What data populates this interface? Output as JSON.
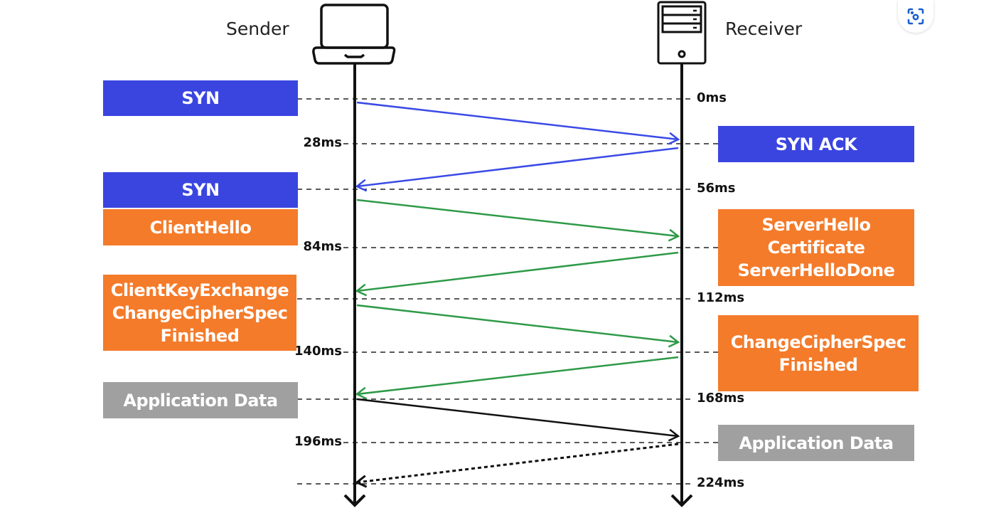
{
  "actors": {
    "sender": {
      "label": "Sender",
      "icon": "laptop-icon"
    },
    "receiver": {
      "label": "Receiver",
      "icon": "server-icon"
    }
  },
  "colors": {
    "tcp": "#3a45e0",
    "tls": "#f47b2a",
    "app": "#a0a0a0",
    "arrow_tcp": "#3a4ae6",
    "arrow_tls": "#2e9a48",
    "arrow_app": "#111111"
  },
  "time_marks": [
    {
      "label": "0ms",
      "side": "right"
    },
    {
      "label": "28ms",
      "side": "left"
    },
    {
      "label": "56ms",
      "side": "right"
    },
    {
      "label": "84ms",
      "side": "left"
    },
    {
      "label": "112ms",
      "side": "right"
    },
    {
      "label": "140ms",
      "side": "left"
    },
    {
      "label": "168ms",
      "side": "right"
    },
    {
      "label": "196ms",
      "side": "left"
    },
    {
      "label": "224ms",
      "side": "right"
    }
  ],
  "sender_messages": [
    {
      "text": "SYN",
      "kind": "tcp"
    },
    {
      "text": "SYN",
      "kind": "tcp"
    },
    {
      "text": "ClientHello",
      "kind": "tls"
    },
    {
      "text": "ClientKeyExchange\nChangeCipherSpec\nFinished",
      "kind": "tls"
    },
    {
      "text": "Application Data",
      "kind": "app"
    }
  ],
  "receiver_messages": [
    {
      "text": "SYN ACK",
      "kind": "tcp"
    },
    {
      "text": "ServerHello\nCertificate\nServerHelloDone",
      "kind": "tls"
    },
    {
      "text": "ChangeCipherSpec\nFinished",
      "kind": "tls"
    },
    {
      "text": "Application Data",
      "kind": "app"
    }
  ],
  "arrows": [
    {
      "from": "sender",
      "to": "receiver",
      "kind": "tcp",
      "style": "solid"
    },
    {
      "from": "receiver",
      "to": "sender",
      "kind": "tcp",
      "style": "solid"
    },
    {
      "from": "sender",
      "to": "receiver",
      "kind": "tls",
      "style": "solid"
    },
    {
      "from": "receiver",
      "to": "sender",
      "kind": "tls",
      "style": "solid"
    },
    {
      "from": "sender",
      "to": "receiver",
      "kind": "tls",
      "style": "solid"
    },
    {
      "from": "receiver",
      "to": "sender",
      "kind": "tls",
      "style": "solid"
    },
    {
      "from": "sender",
      "to": "receiver",
      "kind": "app",
      "style": "solid"
    },
    {
      "from": "receiver",
      "to": "sender",
      "kind": "app",
      "style": "dotted"
    }
  ],
  "toolbar": {
    "lens_icon": "visual-search-icon"
  }
}
